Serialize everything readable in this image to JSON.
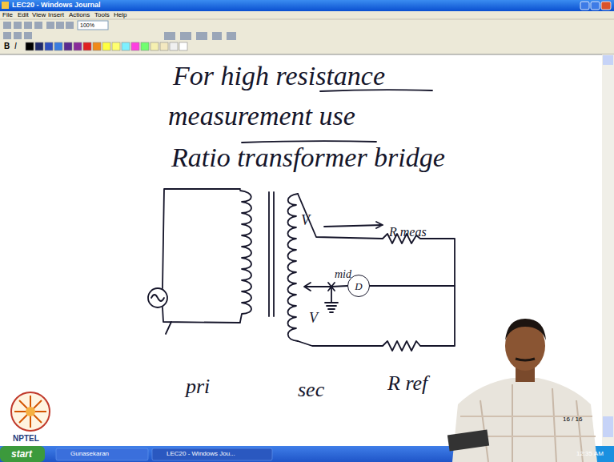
{
  "diagram": {
    "nodes": [
      {
        "text": [
          "D"
        ]
      }
    ],
    "labels": [
      "LEC20 - Windows Journal",
      "File",
      "Edit",
      "View",
      "Insert",
      "Actions",
      "Tools",
      "Help",
      "100%",
      "B",
      "I",
      "For high resistance",
      "measurement use",
      "Ratio transformer bridge",
      "R meas",
      "V",
      "mid",
      "V",
      "pri",
      "sec",
      "R ref",
      "16 / 16",
      "NPTEL",
      "start",
      "Gunasekaran",
      "LEC20 - Windows Jou...",
      "12:35 AM"
    ]
  }
}
